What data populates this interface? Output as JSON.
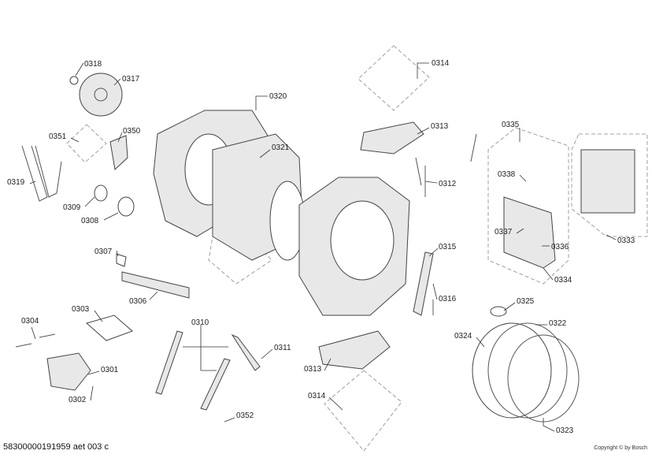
{
  "footer": {
    "document_id": "58300000191959 aet 003 c",
    "copyright": "Copyright © by Bosch"
  },
  "labels": [
    {
      "id": "0318",
      "text": "0318"
    },
    {
      "id": "0317",
      "text": "0317"
    },
    {
      "id": "0320",
      "text": "0320"
    },
    {
      "id": "0314a",
      "text": "0314"
    },
    {
      "id": "0313a",
      "text": "0313"
    },
    {
      "id": "0335",
      "text": "0335"
    },
    {
      "id": "0351",
      "text": "0351"
    },
    {
      "id": "0350",
      "text": "0350"
    },
    {
      "id": "0321",
      "text": "0321"
    },
    {
      "id": "0312",
      "text": "0312"
    },
    {
      "id": "0338",
      "text": "0338"
    },
    {
      "id": "0319",
      "text": "0319"
    },
    {
      "id": "0309",
      "text": "0309"
    },
    {
      "id": "0308",
      "text": "0308"
    },
    {
      "id": "0337",
      "text": "0337"
    },
    {
      "id": "0336",
      "text": "0336"
    },
    {
      "id": "0333",
      "text": "0333"
    },
    {
      "id": "0307",
      "text": "0307"
    },
    {
      "id": "0315",
      "text": "0315"
    },
    {
      "id": "0334",
      "text": "0334"
    },
    {
      "id": "0306",
      "text": "0306"
    },
    {
      "id": "0316",
      "text": "0316"
    },
    {
      "id": "0325",
      "text": "0325"
    },
    {
      "id": "0303",
      "text": "0303"
    },
    {
      "id": "0304",
      "text": "0304"
    },
    {
      "id": "0310",
      "text": "0310"
    },
    {
      "id": "0322",
      "text": "0322"
    },
    {
      "id": "0324",
      "text": "0324"
    },
    {
      "id": "0311",
      "text": "0311"
    },
    {
      "id": "0313b",
      "text": "0313"
    },
    {
      "id": "0301",
      "text": "0301"
    },
    {
      "id": "0302",
      "text": "0302"
    },
    {
      "id": "0314b",
      "text": "0314"
    },
    {
      "id": "0352",
      "text": "0352"
    },
    {
      "id": "0323",
      "text": "0323"
    }
  ]
}
